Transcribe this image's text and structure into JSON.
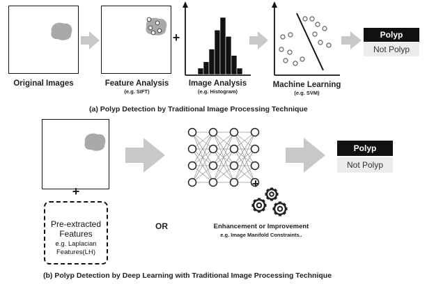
{
  "row_a": {
    "steps": [
      {
        "label": "Original Images",
        "sub": ""
      },
      {
        "label": "Feature Analysis",
        "sub": "(e.g. SIFT)"
      },
      {
        "label": "Image Analysis",
        "sub": "(e.g. Histogram)"
      },
      {
        "label": "Machine Learning",
        "sub": "(e.g. SVM)"
      }
    ],
    "plus": "+",
    "output": {
      "positive": "Polyp",
      "negative": "Not Polyp"
    },
    "caption": "(a) Polyp Detection by Traditional Image Processing Technique"
  },
  "row_b": {
    "plus_below": "+",
    "features_box": {
      "line1": "Pre-extracted",
      "line2": "Features",
      "line3": "e.g. Laplacian",
      "line4": "Features(LH)"
    },
    "or": "OR",
    "plus_gears": "+",
    "enhancement": {
      "label": "Enhancement or Improvement",
      "sub": "e.g. Image Manifold Constraints.."
    },
    "output": {
      "positive": "Polyp",
      "negative": "Not Polyp"
    },
    "caption": "(b) Polyp Detection by Deep Learning with Traditional Image Processing Technique"
  },
  "histogram_bins": [
    1,
    2,
    4,
    7,
    9,
    6,
    3,
    1
  ],
  "icons": [
    "polyp-blob-icon",
    "arrow-right-icon",
    "histogram-icon",
    "svm-scatter-icon",
    "neural-network-icon",
    "gear-icon"
  ],
  "colors": {
    "arrow": "#c8c8c8",
    "blob": "#a9a9a9",
    "dark": "#111111",
    "light_box": "#ececec"
  }
}
